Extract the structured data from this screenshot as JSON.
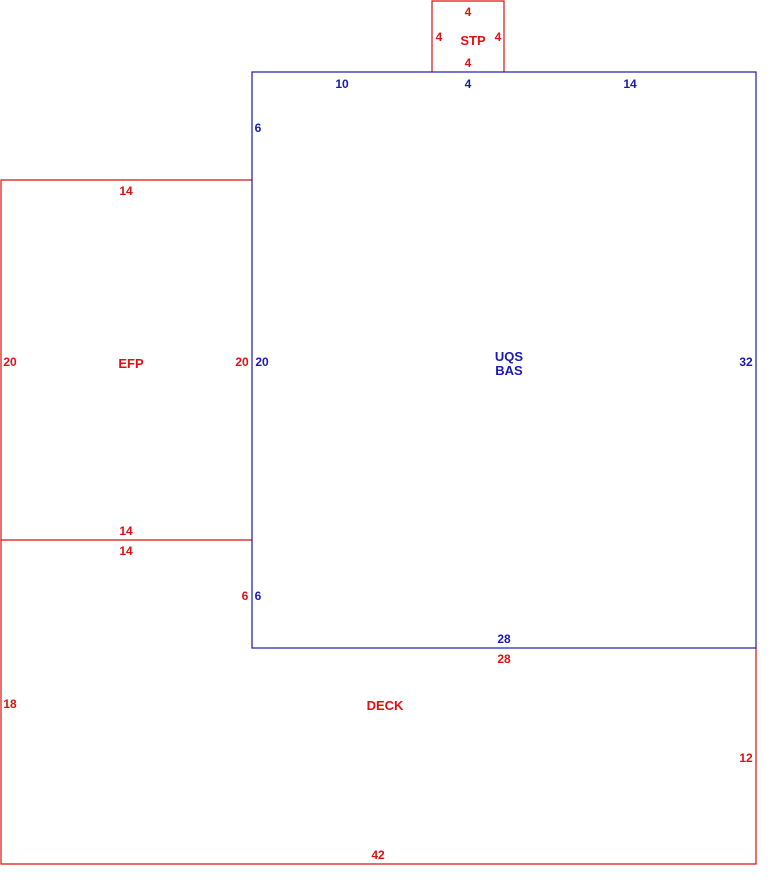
{
  "colors": {
    "red": "#dd1111",
    "blue": "#1a1ab0",
    "background": "#ffffff"
  },
  "areas": {
    "stp": {
      "name": "STP",
      "dims": {
        "top": "4",
        "left": "4",
        "right": "4",
        "bottom": "4"
      }
    },
    "bas": {
      "name_line1": "UQS",
      "name_line2": "BAS",
      "dims": {
        "top_left": "10",
        "top_mid": "4",
        "top_right": "14",
        "left_upper": "6",
        "left_mid": "20",
        "left_lower": "6",
        "right": "32",
        "bottom": "28"
      }
    },
    "efp": {
      "name": "EFP",
      "dims": {
        "top": "14",
        "left": "20",
        "right": "20",
        "bottom": "14"
      }
    },
    "deck": {
      "name": "DECK",
      "dims": {
        "top_left": "14",
        "inner_vertical": "6",
        "inner_top": "28",
        "left": "18",
        "right": "12",
        "bottom": "42"
      }
    }
  }
}
